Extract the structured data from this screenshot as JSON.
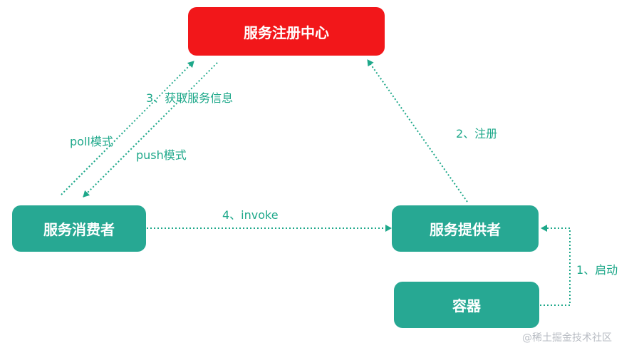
{
  "nodes": {
    "registry": "服务注册中心",
    "consumer": "服务消费者",
    "provider": "服务提供者",
    "container": "容器"
  },
  "edges": {
    "get_info": "3、获取服务信息",
    "poll": "poll模式",
    "push": "push模式",
    "register": "2、注册",
    "invoke": "4、invoke",
    "start": "1、启动"
  },
  "colors": {
    "registry": "#f2171a",
    "node": "#27a893",
    "edge": "#1ea88a"
  },
  "watermark": "@稀土掘金技术社区"
}
